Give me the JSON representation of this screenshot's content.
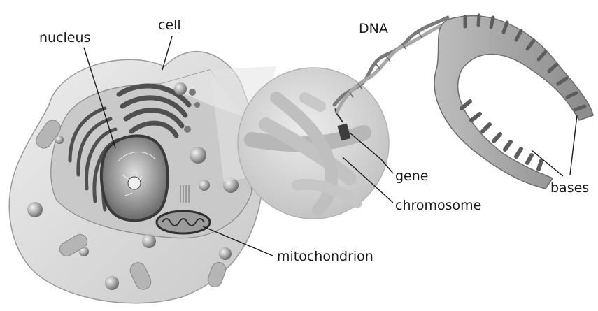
{
  "labels": {
    "cell": "cell",
    "nucleus": "nucleus",
    "dna": "DNA",
    "gene": "gene",
    "chromosome": "chromosome",
    "bases": "bases",
    "mitochondrion": "mitochondrion"
  },
  "colors": {
    "background": "#ffffff",
    "ink": "#1a1a1a",
    "cell_fill": "#d9d9d9",
    "cytoplasm": "#c7c7c7",
    "organelle_dark": "#555555",
    "zoom_disc": "#d3d3d3"
  }
}
